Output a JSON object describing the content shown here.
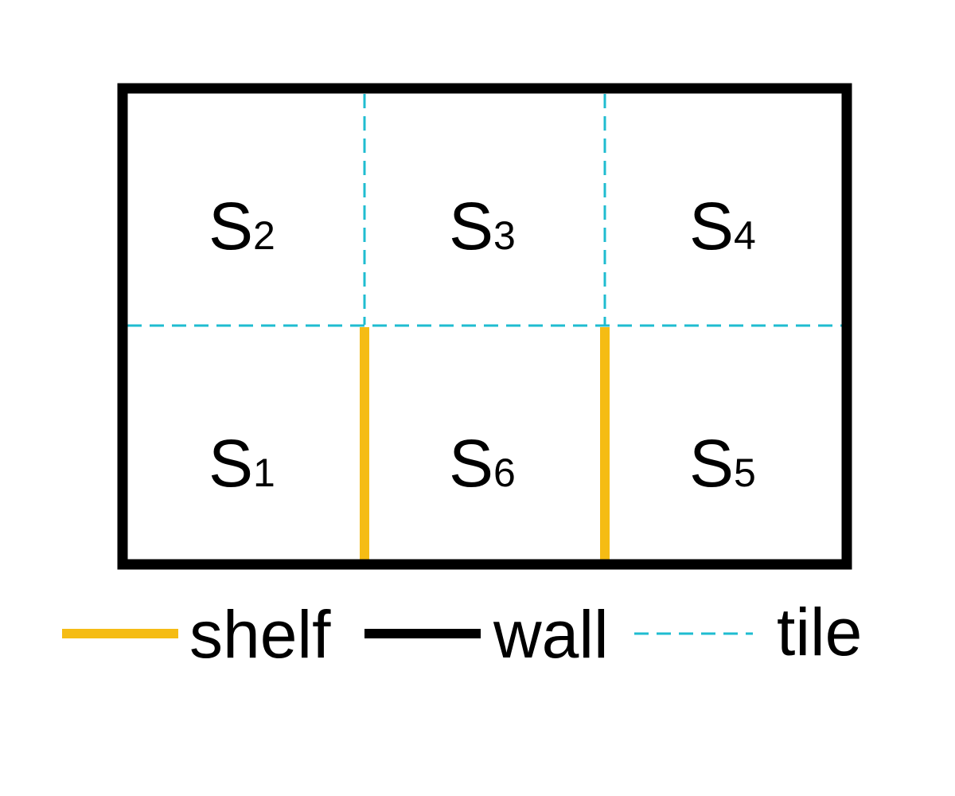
{
  "colors": {
    "wall": "#000000",
    "shelf": "#f5bc14",
    "tile": "#1fbcd0",
    "background": "#ffffff"
  },
  "cells": [
    {
      "id": "s2",
      "main": "S",
      "sub": "2"
    },
    {
      "id": "s3",
      "main": "S",
      "sub": "3"
    },
    {
      "id": "s4",
      "main": "S",
      "sub": "4"
    },
    {
      "id": "s1",
      "main": "S",
      "sub": "1"
    },
    {
      "id": "s6",
      "main": "S",
      "sub": "6"
    },
    {
      "id": "s5",
      "main": "S",
      "sub": "5"
    }
  ],
  "legend": {
    "shelf": "shelf",
    "wall": "wall",
    "tile": "tile"
  }
}
